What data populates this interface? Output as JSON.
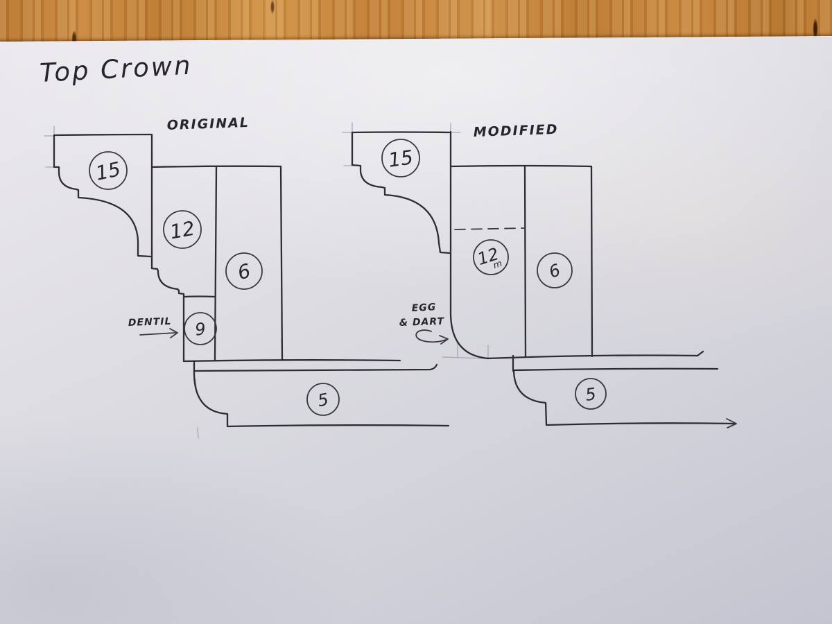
{
  "colors": {
    "pen": "#2e2d34",
    "pencil": "#a3a2ac",
    "paper_light": "#eceaee",
    "paper_dark": "#c2c3cf",
    "wood": "#c28238"
  },
  "title": "Top Crown",
  "original": {
    "heading": "ORIGINAL",
    "callouts": {
      "c15": "15",
      "c12": "12",
      "c6": "6",
      "c9": "9",
      "c5": "5"
    },
    "note": {
      "text": "DENTIL"
    }
  },
  "modified": {
    "heading": "MODIFIED",
    "callouts": {
      "c15": "15",
      "c12": "12",
      "c12_suffix": "m",
      "c6": "6",
      "c5": "5"
    },
    "note": {
      "line1": "EGG",
      "line2": "& DART"
    }
  }
}
